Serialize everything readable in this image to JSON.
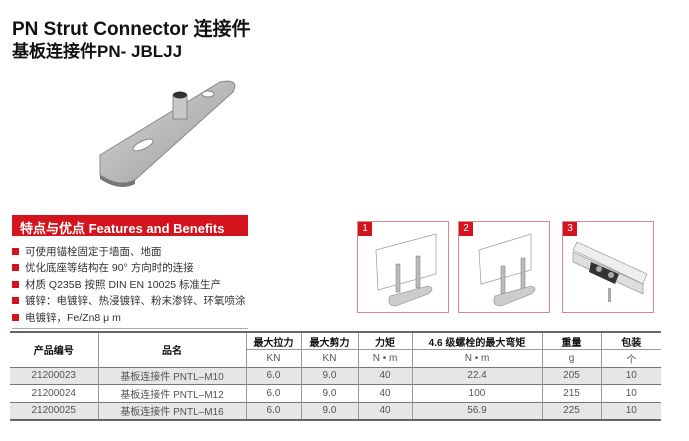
{
  "header": {
    "title": "PN Strut Connector 连接件",
    "subtitle": "基板连接件PN- JBLJJ"
  },
  "features": {
    "heading": "特点与优点 Features and Benefits",
    "items": [
      "可使用锚栓固定于墙面、地面",
      "优化底座等结构在 90° 方向时的连接",
      "材质 Q235B 按照 DIN EN 10025 标准生产",
      "镀锌：电镀锌、热浸镀锌、粉末渗锌、环氧喷涂",
      "电镀锌，Fe/Zn8 μ m"
    ]
  },
  "steps": [
    "1",
    "2",
    "3"
  ],
  "table": {
    "headers": [
      "产品编号",
      "品名",
      "最大拉力",
      "最大剪力",
      "力矩",
      "4.6 级螺栓的最大弯矩",
      "重量",
      "包装"
    ],
    "units": [
      "KN",
      "KN",
      "N • m",
      "N • m",
      "g",
      "个"
    ],
    "rows": [
      [
        "21200023",
        "基板连接件 PNTL–M10",
        "6.0",
        "9.0",
        "40",
        "22.4",
        "205",
        "10"
      ],
      [
        "21200024",
        "基板连接件 PNTL–M12",
        "6.0",
        "9.0",
        "40",
        "100",
        "215",
        "10"
      ],
      [
        "21200025",
        "基板连接件 PNTL–M16",
        "6.0",
        "9.0",
        "40",
        "56.9",
        "225",
        "10"
      ]
    ]
  },
  "colors": {
    "accent": "#d3141c"
  }
}
